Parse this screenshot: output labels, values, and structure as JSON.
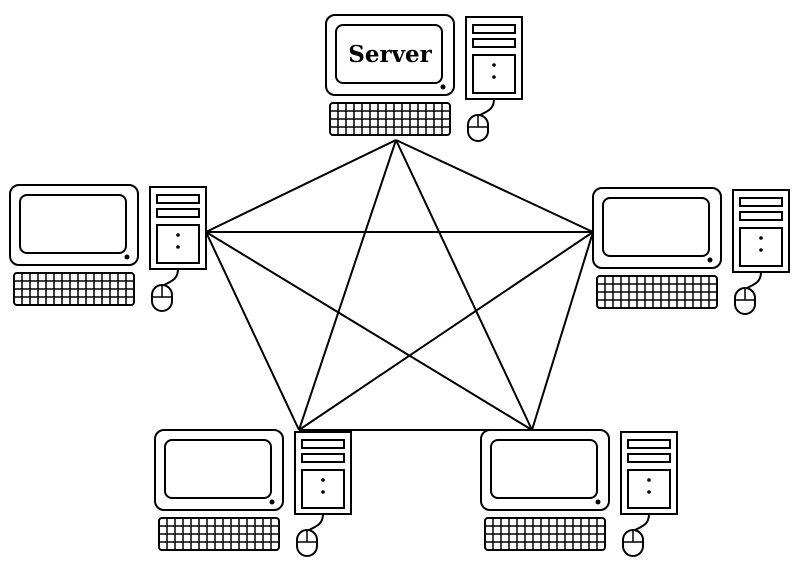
{
  "diagram": {
    "type": "mesh-network",
    "nodes": [
      {
        "id": "server",
        "label": "Server"
      },
      {
        "id": "pc-left",
        "label": ""
      },
      {
        "id": "pc-right",
        "label": ""
      },
      {
        "id": "pc-bottom-left",
        "label": ""
      },
      {
        "id": "pc-bottom-right",
        "label": ""
      }
    ],
    "links": [
      [
        "server",
        "pc-left"
      ],
      [
        "server",
        "pc-right"
      ],
      [
        "server",
        "pc-bottom-left"
      ],
      [
        "server",
        "pc-bottom-right"
      ],
      [
        "pc-left",
        "pc-right"
      ],
      [
        "pc-left",
        "pc-bottom-left"
      ],
      [
        "pc-left",
        "pc-bottom-right"
      ],
      [
        "pc-right",
        "pc-bottom-left"
      ],
      [
        "pc-right",
        "pc-bottom-right"
      ],
      [
        "pc-bottom-left",
        "pc-bottom-right"
      ]
    ],
    "colors": {
      "line": "#000000",
      "background": "#ffffff"
    }
  }
}
